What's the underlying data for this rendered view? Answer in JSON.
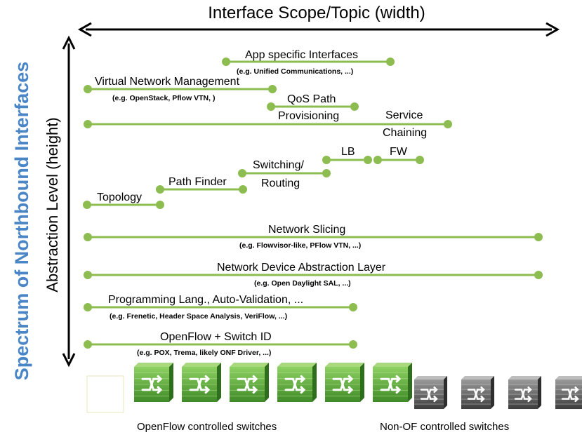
{
  "title_vertical": "Spectrum of Northbound Interfaces",
  "x_axis_label": "Interface Scope/Topic (width)",
  "y_axis_label": "Abstraction Level (height)",
  "colors": {
    "bar": "#8dbd51",
    "title": "#4a86c5",
    "arrow": "#000000",
    "switch_green": "#5fa83a",
    "switch_gray": "#5e5e5e"
  },
  "interfaces": {
    "app_specific": {
      "label": "App specific Interfaces",
      "example": "(e.g. Unified Communications, ...)"
    },
    "virtual_network_mgmt": {
      "label": "Virtual Network Management",
      "example": "(e.g. OpenStack, Pflow VTN, )"
    },
    "qos_path_provisioning": {
      "label_line1": "QoS Path",
      "label_line2": "Provisioning"
    },
    "service_chaining": {
      "label_line1": "Service",
      "label_line2": "Chaining"
    },
    "lb": {
      "label": "LB"
    },
    "fw": {
      "label": "FW"
    },
    "switching_routing": {
      "label_line1": "Switching/",
      "label_line2": "Routing"
    },
    "path_finder": {
      "label": "Path Finder"
    },
    "topology": {
      "label": "Topology"
    },
    "network_slicing": {
      "label": "Network Slicing",
      "example": "(e.g. Flowvisor-like, PFlow VTN, ...)"
    },
    "ndal": {
      "label": "Network Device Abstraction Layer",
      "example": "(e.g. Open Daylight SAL, ...)"
    },
    "programming_lang": {
      "label": "Programming Lang., Auto-Validation, ...",
      "example": "(e.g. Frenetic, Header Space Analysis, VeriFlow, ...)"
    },
    "openflow_switch_id": {
      "label": "OpenFlow + Switch ID",
      "example": "(e.g. POX, Trema, likely ONF Driver, ...)"
    }
  },
  "switches": {
    "openflow_caption": "OpenFlow controlled switches",
    "non_of_caption": "Non-OF controlled switches",
    "openflow_count": 6,
    "non_of_count": 4
  }
}
